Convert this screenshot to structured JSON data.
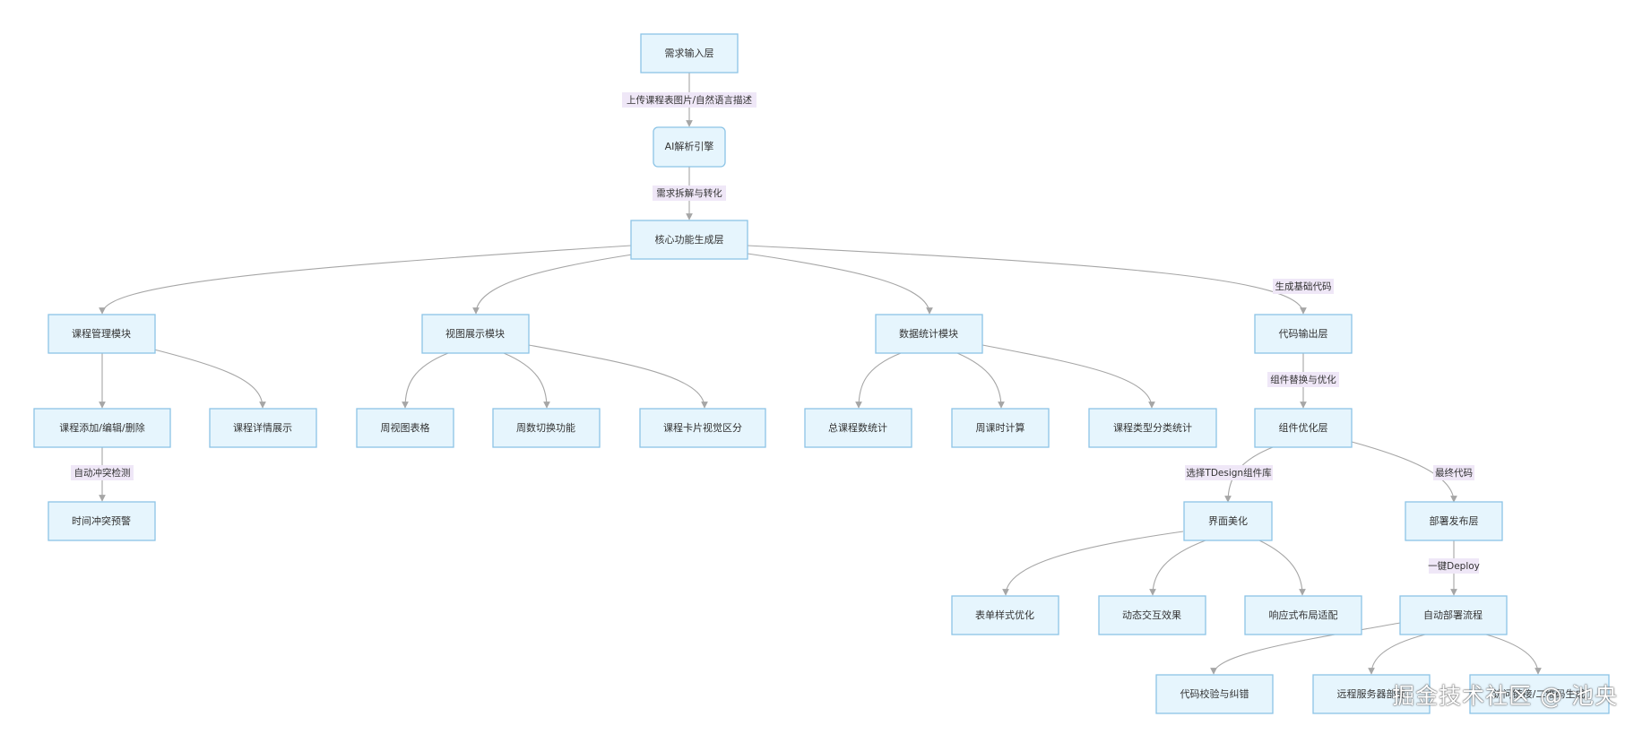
{
  "colors": {
    "node_fill": "#e6f5fd",
    "node_stroke": "#8cc4e6",
    "edge": "#a6a6a6",
    "edge_label_bg": "#efe7f7"
  },
  "nodes": {
    "input": "需求输入层",
    "ai": "AI解析引擎",
    "core": "核心功能生成层",
    "course": "课程管理模块",
    "view": "视图展示模块",
    "stats": "数据统计模块",
    "codeout": "代码输出层",
    "addedit": "课程添加/编辑/删除",
    "detail": "课程详情展示",
    "conflict": "时间冲突预警",
    "weekview": "周视图表格",
    "weekswitch": "周数切换功能",
    "card": "课程卡片视觉区分",
    "total": "总课程数统计",
    "hours": "周课时计算",
    "typestat": "课程类型分类统计",
    "compopt": "组件优化层",
    "ui": "界面美化",
    "deploy": "部署发布层",
    "form": "表单样式优化",
    "anim": "动态交互效果",
    "resp": "响应式布局适配",
    "autodeploy": "自动部署流程",
    "lint": "代码校验与纠错",
    "remote": "远程服务器部署",
    "qr": "访问链接/二维码生成"
  },
  "edge_labels": {
    "upload": "上传课程表图片/自然语言描述",
    "split": "需求拆解与转化",
    "gen": "生成基础代码",
    "autocheck": "自动冲突检测",
    "replace": "组件替换与优化",
    "tdesign": "选择TDesign组件库",
    "final": "最终代码",
    "onekey": "一键Deploy"
  },
  "watermark": "掘金技术社区 @ 池央"
}
